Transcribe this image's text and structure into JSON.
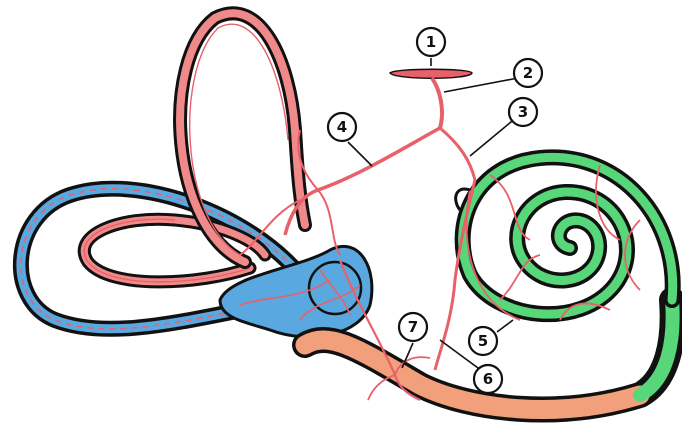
{
  "colors": {
    "outline": "#111111",
    "artery": "#e8606a",
    "artery_fill": "#f08a8a",
    "cochlear_duct": "#58d67a",
    "vestibule_fluid": "#5aa8e0",
    "bony_wall": "#f2a07b",
    "background": "#ffffff"
  },
  "callouts": [
    {
      "label": "1"
    },
    {
      "label": "2"
    },
    {
      "label": "3"
    },
    {
      "label": "4"
    },
    {
      "label": "5"
    },
    {
      "label": "6"
    },
    {
      "label": "7"
    }
  ]
}
